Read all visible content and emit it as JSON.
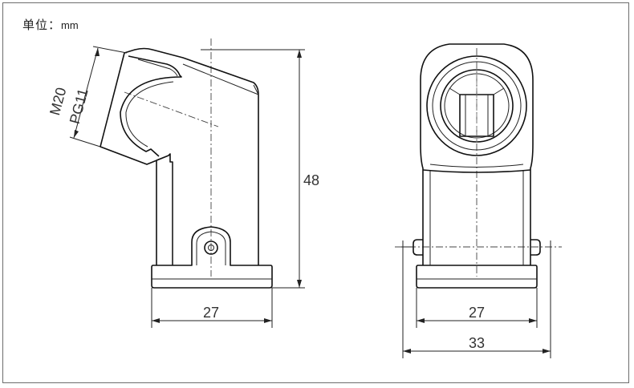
{
  "unit": {
    "label": "单位：",
    "value": "mm"
  },
  "dimensions": {
    "side_height": "48",
    "side_width": "27",
    "front_inner_width": "27",
    "front_overall_width": "33",
    "thread_metric": "M20",
    "thread_pg": "PG11"
  }
}
